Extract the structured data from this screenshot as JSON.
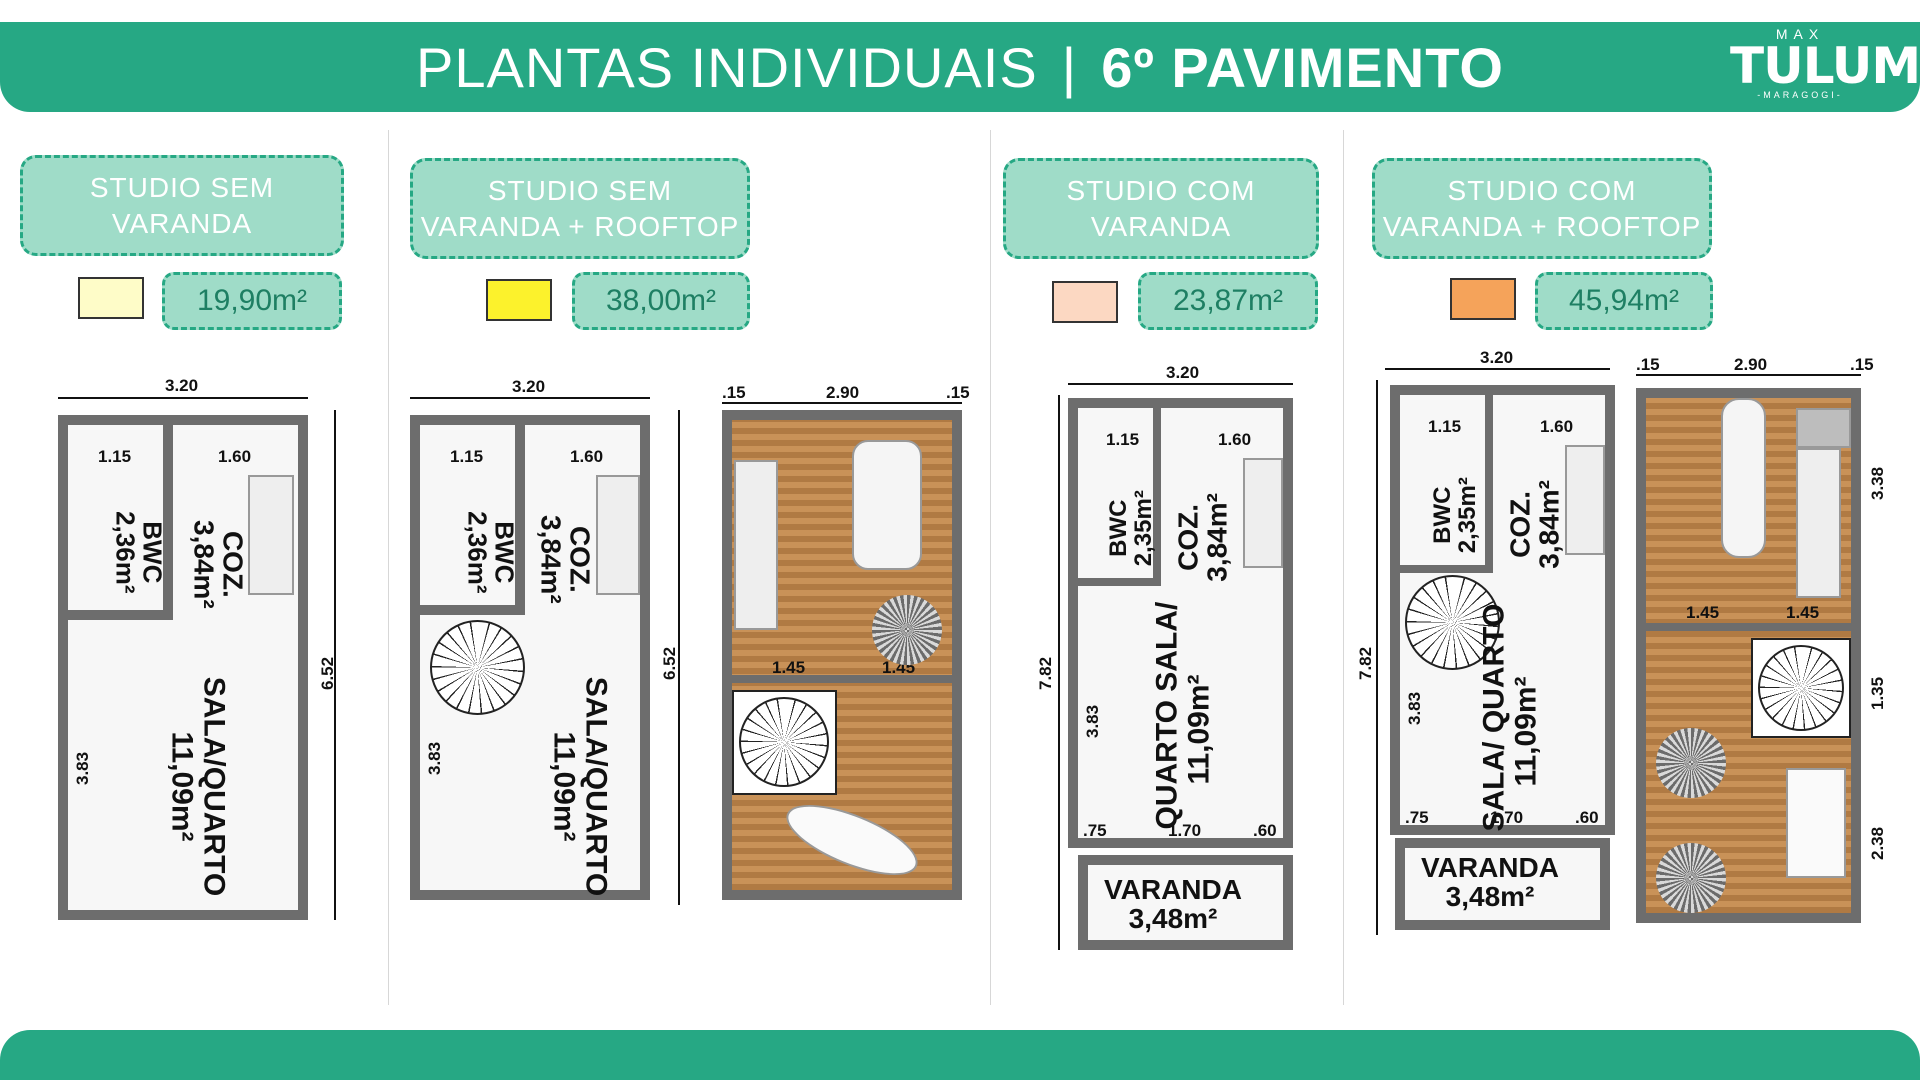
{
  "header": {
    "title_light": "PLANTAS INDIVIDUAIS",
    "separator": "|",
    "title_bold": "6º PAVIMENTO",
    "logo": {
      "top": "MAX",
      "main": "TULUM",
      "bottom": "-MARAGOGI-"
    }
  },
  "colors": {
    "brand": "#26a884",
    "box_fill": "#9fdcc8",
    "swatch_1": "#fefcc8",
    "swatch_2": "#fcf22c",
    "swatch_3": "#fcd8c2",
    "swatch_4": "#f5a35a"
  },
  "units": [
    {
      "label_line1": "STUDIO SEM",
      "label_line2": "VARANDA",
      "area": "19,90m²",
      "plan": {
        "width_dim": "3.20",
        "height_dim": "6.52",
        "bwc_w": "1.15",
        "coz_w": "1.60",
        "bwc": "BWC",
        "bwc_area": "2,36m²",
        "coz": "COZ.",
        "coz_area": "3,84m²",
        "sala": "SALA/QUARTO",
        "sala_area": "11,09m²",
        "sala_h": "3.83"
      }
    },
    {
      "label_line1": "STUDIO SEM",
      "label_line2": "VARANDA + ROOFTOP",
      "area": "38,00m²",
      "plan": {
        "width_dim": "3.20",
        "height_dim": "6.52",
        "bwc_w": "1.15",
        "coz_w": "1.60",
        "bwc": "BWC",
        "bwc_area": "2,36m²",
        "coz": "COZ.",
        "coz_area": "3,84m²",
        "sala": "SALA/QUARTO",
        "sala_area": "11,09m²",
        "sala_h": "3.83",
        "roof_w": "2.90",
        "roof_edge": ".15",
        "roof_half": "1.45"
      }
    },
    {
      "label_line1": "STUDIO COM",
      "label_line2": "VARANDA",
      "area": "23,87m²",
      "plan": {
        "width_dim": "3.20",
        "height_dim": "7.82",
        "bwc_w": "1.15",
        "coz_w": "1.60",
        "bwc": "BWC",
        "bwc_area": "2,35m²",
        "coz": "COZ.",
        "coz_area": "3,84m²",
        "sala": "QUARTO SALA/",
        "sala_area": "11,09m²",
        "sala_h": "3.83",
        "bottom_dims": [
          ".75",
          "1.70",
          ".60"
        ],
        "varanda": "VARANDA",
        "varanda_area": "3,48m²"
      }
    },
    {
      "label_line1": "STUDIO COM",
      "label_line2": "VARANDA + ROOFTOP",
      "area": "45,94m²",
      "plan": {
        "width_dim": "3.20",
        "height_dim": "7.82",
        "bwc_w": "1.15",
        "coz_w": "1.60",
        "bwc": "BWC",
        "bwc_area": "2,35m²",
        "coz": "COZ.",
        "coz_area": "3,84m²",
        "sala": "SALA/ QUARTO",
        "sala_area": "11,09m²",
        "sala_h": "3.83",
        "bottom_dims": [
          ".75",
          "1.70",
          ".60"
        ],
        "varanda": "VARANDA",
        "varanda_area": "3,48m²",
        "roof_w": "2.90",
        "roof_edge": ".15",
        "roof_half": "1.45",
        "roof_side": [
          "3.38",
          "1.35",
          "2.38"
        ]
      }
    }
  ]
}
